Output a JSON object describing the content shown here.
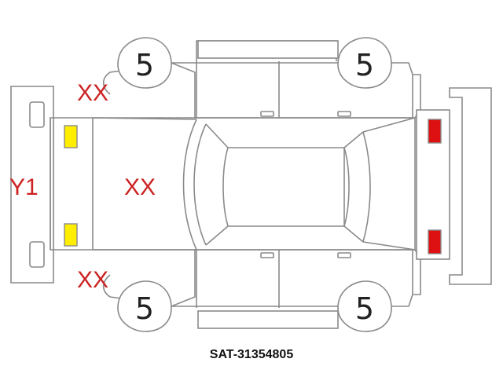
{
  "tires": {
    "front_left": "5",
    "rear_left": "5",
    "front_right": "5",
    "rear_right": "5"
  },
  "damage": {
    "front_bumper": "Y1",
    "hood": "XX",
    "front_left_corner": "XX",
    "front_right_corner": "XX"
  },
  "stock_code": "SAT-31354805",
  "colors": {
    "outline": "#8a8a8a",
    "damage_text": "#cc2222",
    "headlight": "#ffee00",
    "taillight": "#dd1111"
  }
}
